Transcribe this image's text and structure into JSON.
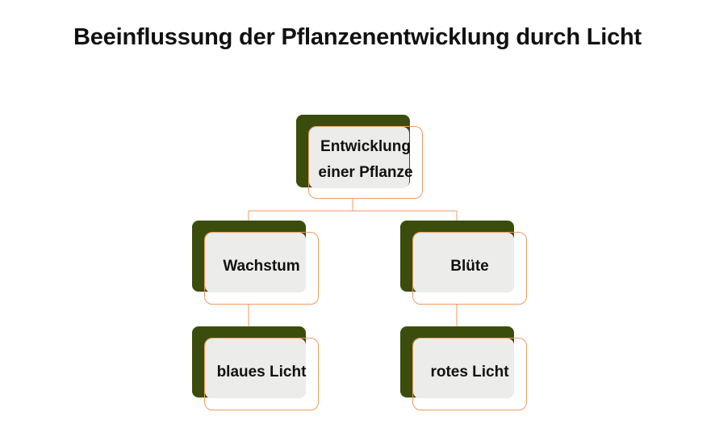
{
  "title": "Beeinflussung der Pflanzenentwicklung durch Licht",
  "colors": {
    "shadow": "#3a4d0c",
    "card_fill": "#ececea",
    "card_border": "#f09a60",
    "connector": "#f09a60"
  },
  "nodes": {
    "root": {
      "line1": "Entwicklung",
      "line2": "einer Pflanze"
    },
    "wachstum": {
      "label": "Wachstum"
    },
    "bluete": {
      "label": "Blüte"
    },
    "blaues": {
      "label": "blaues Licht"
    },
    "rotes": {
      "label": "rotes Licht"
    }
  }
}
